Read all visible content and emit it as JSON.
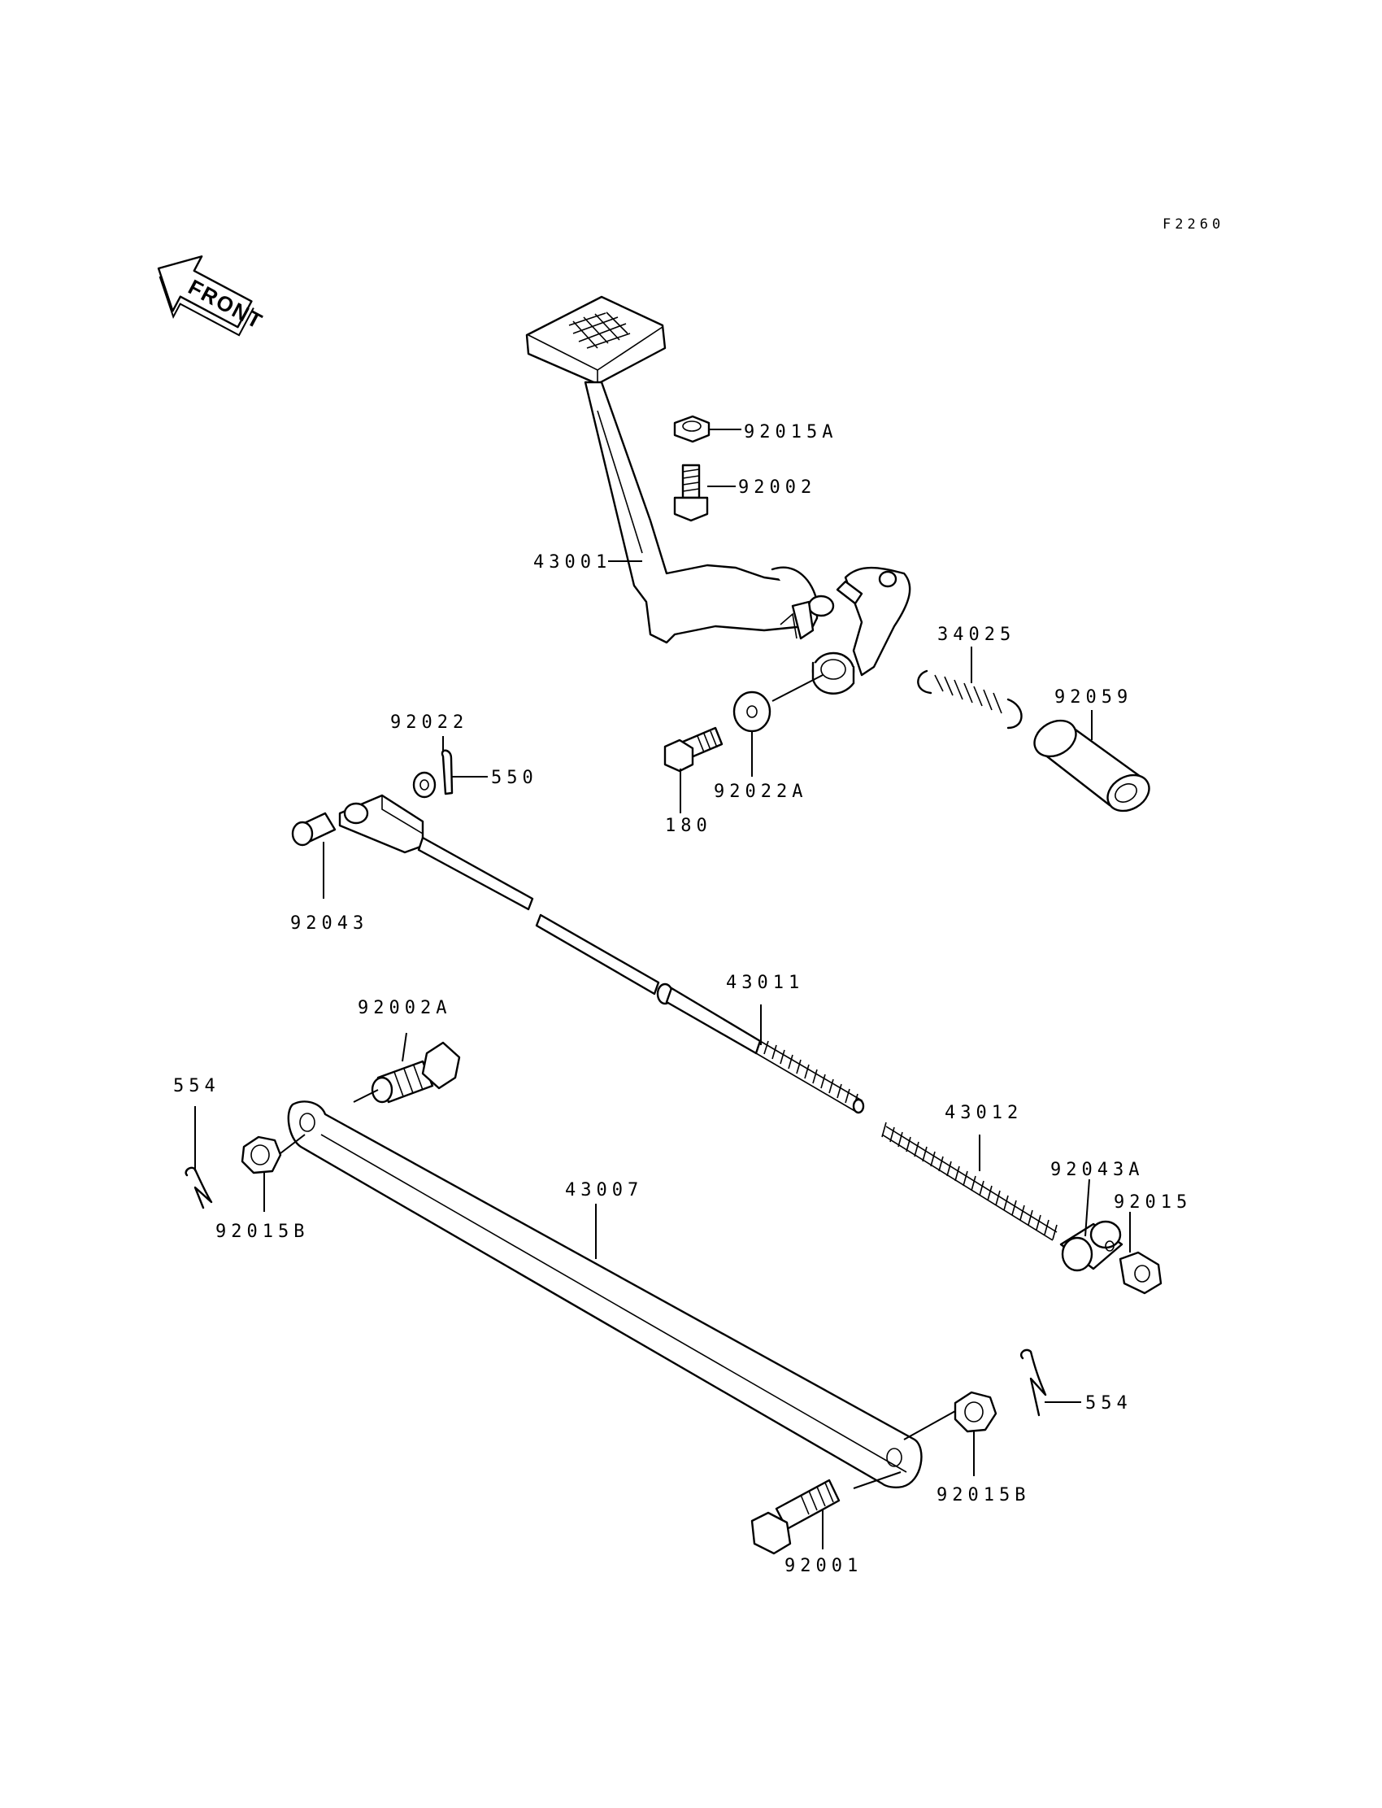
{
  "figure_code": "F2260",
  "front_arrow": "FRONT",
  "labels": {
    "p92015A": "92015A",
    "p92002": "92002",
    "p43001": "43001",
    "p34025": "34025",
    "p92059": "92059",
    "p92022": "92022",
    "p550": "550",
    "p180": "180",
    "p92022A": "92022A",
    "p92043": "92043",
    "p43011": "43011",
    "p92002A": "92002A",
    "p554a": "554",
    "p43012": "43012",
    "p92043A": "92043A",
    "p92015": "92015",
    "p43007": "43007",
    "p92015Ba": "92015B",
    "p554b": "554",
    "p92015Bb": "92015B",
    "p92001": "92001"
  }
}
